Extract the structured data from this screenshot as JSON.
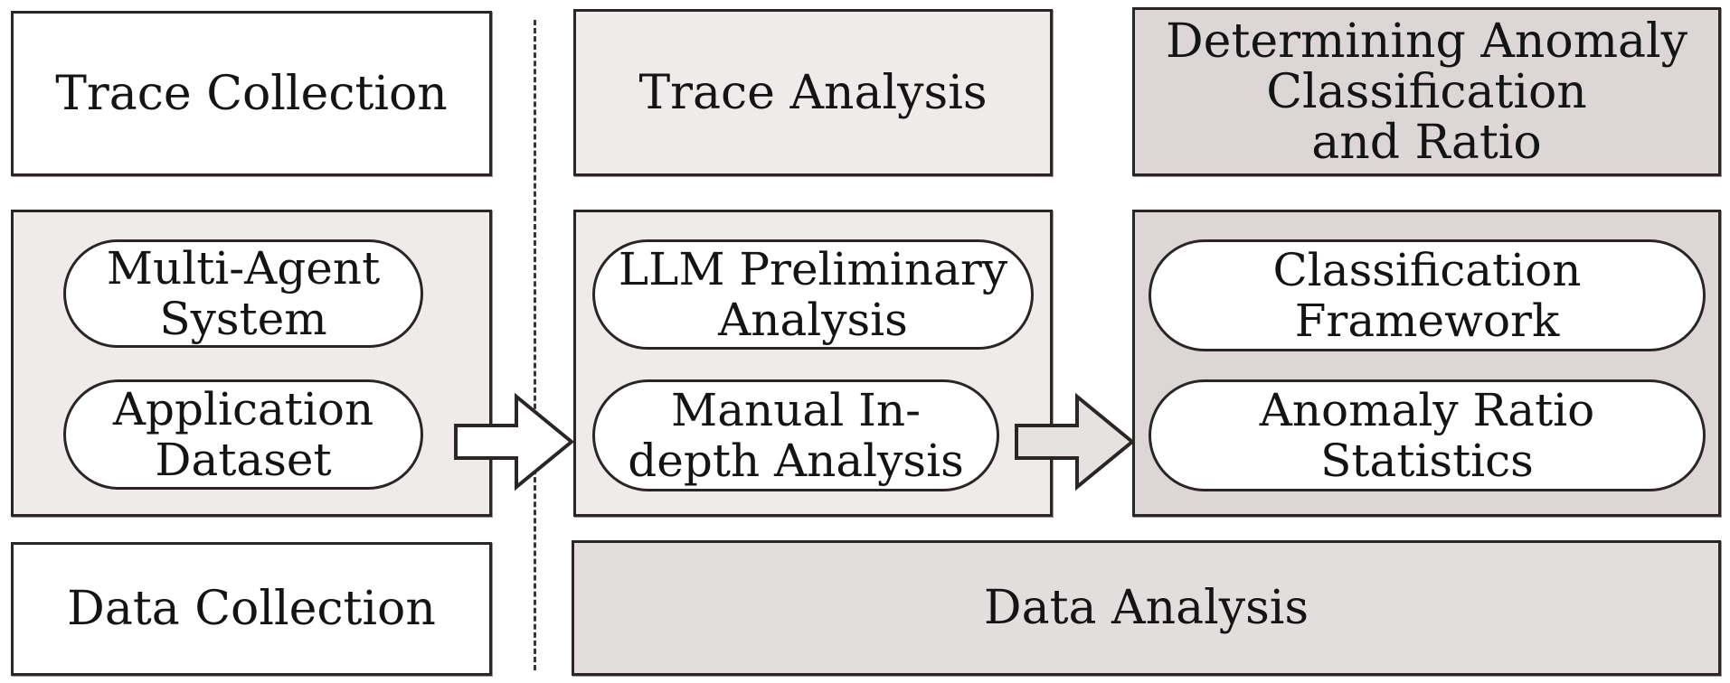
{
  "diagram": {
    "title": "Workflow of trace collection and anomaly analysis",
    "columns": [
      {
        "header": "Trace Collection",
        "items": [
          "Multi-Agent\nSystem",
          "Application\nDataset"
        ]
      },
      {
        "header": "Trace Analysis",
        "items": [
          "LLM Preliminary\nAnalysis",
          "Manual In-\ndepth Analysis"
        ]
      },
      {
        "header": "Determining Anomaly\nClassification\nand Ratio",
        "items": [
          "Classification\nFramework",
          "Anomaly Ratio\nStatistics"
        ]
      }
    ],
    "footers": {
      "left": "Data Collection",
      "right": "Data Analysis"
    },
    "arrows": [
      {
        "from": "Trace Collection",
        "to": "Trace Analysis",
        "icon": "right-arrow-icon"
      },
      {
        "from": "Trace Analysis",
        "to": "Determining Anomaly Classification and Ratio",
        "icon": "right-arrow-icon"
      }
    ],
    "colors": {
      "border": "#2a2626",
      "col1_header": "#ffffff",
      "col1_body": "#efebea",
      "col2": "#efebea",
      "col3": "#dcd7d6",
      "footer_right": "#e2dedd"
    }
  }
}
